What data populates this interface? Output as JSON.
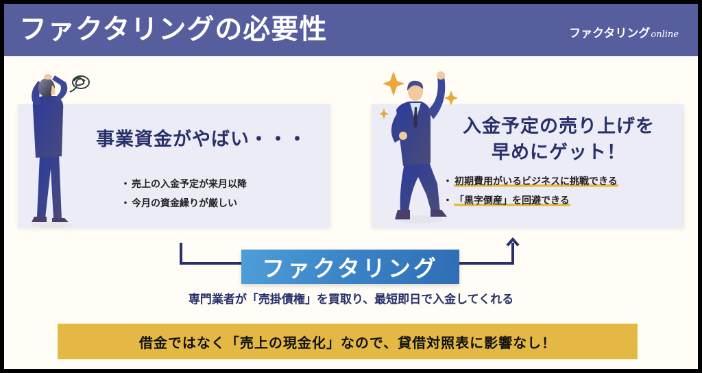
{
  "header": {
    "title": "ファクタリングの必要性",
    "brand": "ファクタリング",
    "brand_suffix": "online"
  },
  "problem_card": {
    "heading": "事業資金がやばい・・・",
    "bullet_marker": "・",
    "bullets": [
      "売上の入金予定が来月以降",
      "今月の資金繰りが厳しい"
    ],
    "figure": "worried-businessman"
  },
  "solution_card": {
    "heading_line1": "入金予定の売り上げを",
    "heading_line2": "早めにゲット！",
    "bullet_marker": "・",
    "bullets": [
      "初期費用がいるビジネスに挑戦できる",
      "「黒字倒産」を回避できる"
    ],
    "figure": "celebrating-businessman"
  },
  "process": {
    "label": "ファクタリング",
    "caption": "専門業者が「売掛債権」を買取り、最短即日で入金してくれる"
  },
  "summary": {
    "text": "借金ではなく「売上の現金化」なので、貸借対照表に影響なし！"
  },
  "colors": {
    "header_bg": "#575e9e",
    "page_bg": "#fffdf5",
    "card_bg": "#ececf7",
    "navy_text": "#27306a",
    "banner_start": "#4f9ed8",
    "banner_end": "#2f6db5",
    "gold": "#e3b845",
    "sparkle": "#e8a93a"
  }
}
